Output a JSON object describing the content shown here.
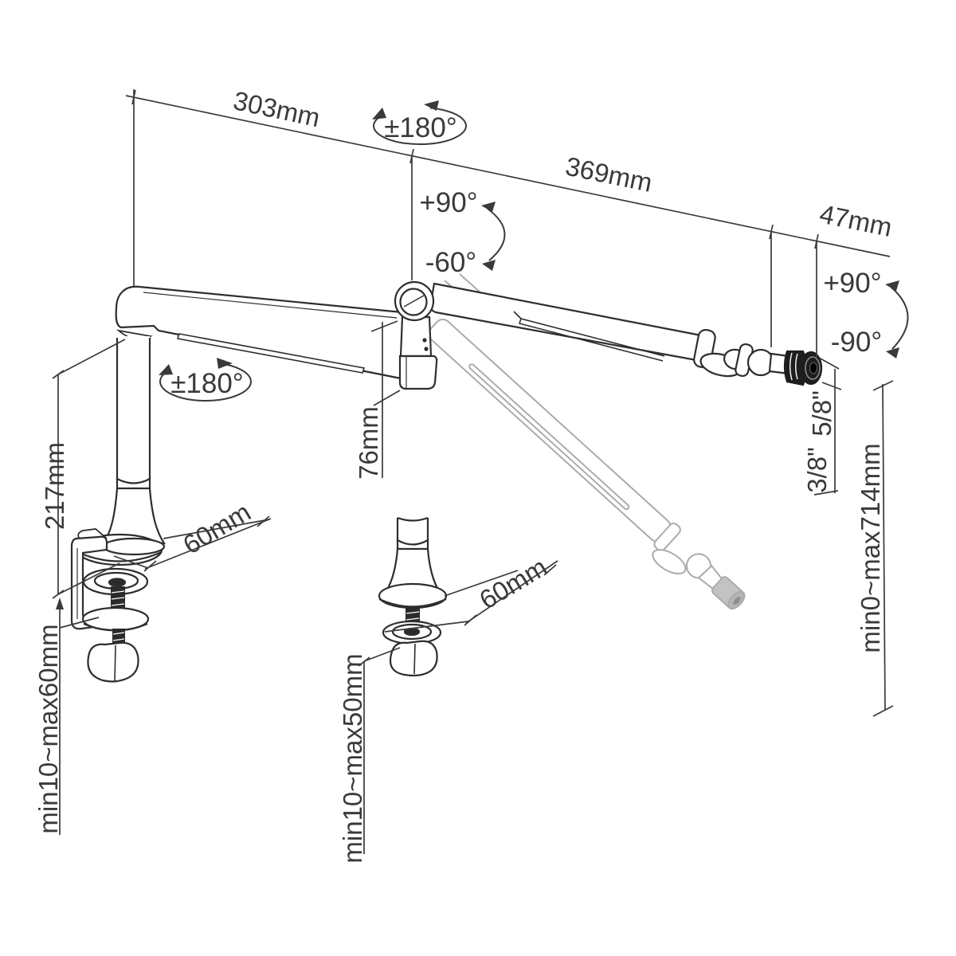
{
  "figure": {
    "type": "technical-dimension-drawing",
    "subject": "microphone boom arm with desk clamp and grommet mount",
    "background": "#ffffff",
    "line_color": "#2e2e2e",
    "ghost_color": "#ababab",
    "thread_fill": "#1e1e1e"
  },
  "labels": {
    "arm1_length": "303mm",
    "arm2_length": "369mm",
    "end_offset": "47mm",
    "base_rotation": "±180°",
    "arm_rotation": "±180°",
    "mid_tilt_up": "+90°",
    "mid_tilt_down": "-60°",
    "end_tilt_up": "+90°",
    "end_tilt_down": "-90°",
    "riser_height": "217mm",
    "joint_offset": "76mm",
    "clamp_depth": "60mm",
    "grommet_depth": "60mm",
    "clamp_range": "min10~max60mm",
    "grommet_range": "min10~max50mm",
    "thread_size_small": "3/8\"",
    "thread_size_large": "5/8\"",
    "height_range": "min0~max714mm"
  }
}
